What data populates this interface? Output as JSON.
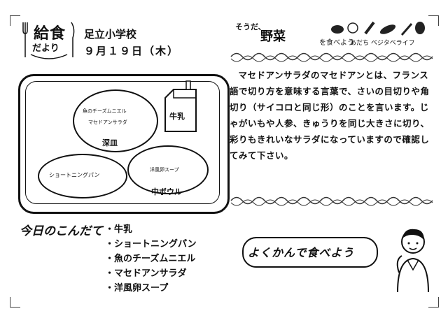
{
  "newsletter": {
    "title_main": "給食",
    "title_sub": "だより",
    "school": "足立小学校",
    "date": "９月１９日（木）"
  },
  "tray": {
    "fukazara": {
      "items": [
        "魚のチーズムニエル",
        "マセドアンサラダ"
      ],
      "label": "深皿"
    },
    "bread": "ショートニングパン",
    "chu_bowl": {
      "item": "洋風卵スープ",
      "label": "中ボウル"
    },
    "milk": "牛乳"
  },
  "kondate": {
    "title": "今日のこんだて",
    "items": [
      "牛乳",
      "ショートニングパン",
      "魚のチーズムニエル",
      "マセドアンサラダ",
      "洋風卵スープ"
    ]
  },
  "vegetable": {
    "pre": "そうだ、",
    "main": "野菜",
    "sub": "を食べよう",
    "brand": "あだち ベジタベライフ"
  },
  "article": {
    "text": "マセドアンサラダのマセドアンとは、フランス語で切り方を意味する言葉で、さいの目切りや角切り（サイコロと同じ形）のことを言います。じゃがいもや人参、きゅうりを同じ大きさに切り、彩りもきれいなサラダになっていますので確認してみて下さい。"
  },
  "banner": {
    "text": "よくかんで食べよう"
  }
}
